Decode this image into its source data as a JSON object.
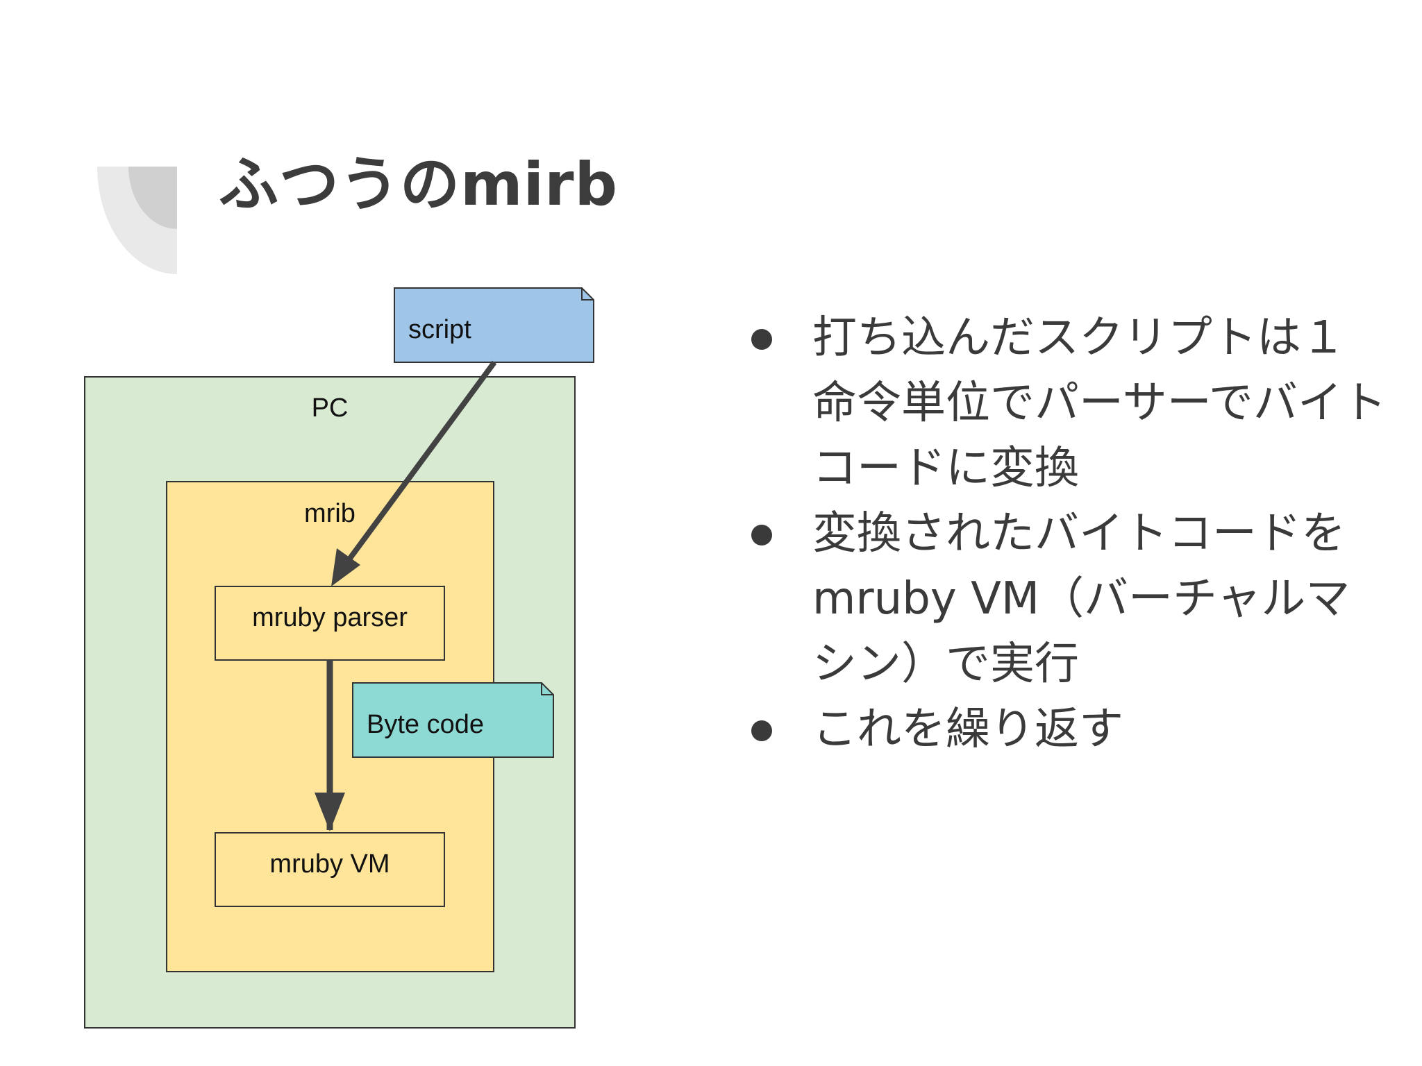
{
  "slide": {
    "title": "ふつうのmirb",
    "bullets": [
      "打ち込んだスクリプトは１命令単位でパーサーでバイトコードに変換",
      "変換されたバイトコードをmruby VM（バーチャルマシン）で実行",
      "これを繰り返す"
    ]
  },
  "diagram": {
    "pc_label": "PC",
    "mirb_label": "mrib",
    "parser_label": "mruby parser",
    "vm_label": "mruby VM",
    "script_label": "script",
    "bytecode_label": "Byte code"
  },
  "colors": {
    "pc_fill": "#d9ead3",
    "mirb_fill": "#ffe599",
    "script_fill": "#9fc5e8",
    "bytecode_fill": "#8dd9d4",
    "arrow": "#424242",
    "deco_outer": "#e9e9e9",
    "deco_inner": "#d0d0d0"
  }
}
